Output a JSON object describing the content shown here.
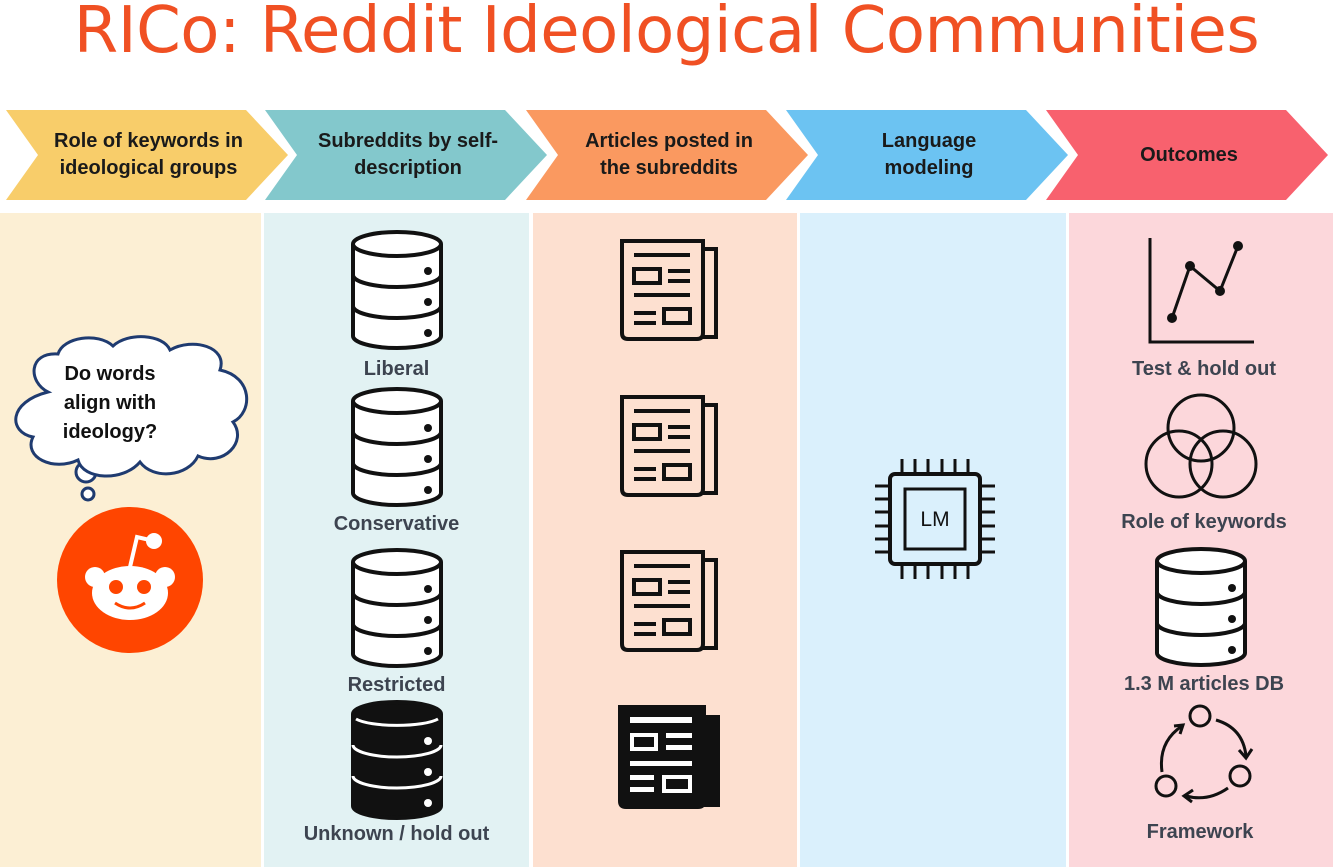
{
  "title": "RICo: Reddit Ideological Communities",
  "stages": [
    {
      "label": "Role of keywords in ideological groups",
      "color": "#f8cd6a"
    },
    {
      "label": "Subreddits by self-description",
      "color": "#83c8cc"
    },
    {
      "label": "Articles posted in the subreddits",
      "color": "#fa9960"
    },
    {
      "label": "Language modeling",
      "color": "#6cc3f2"
    },
    {
      "label": "Outcomes",
      "color": "#f8616e"
    }
  ],
  "columns": {
    "keywords": {
      "bg": "#fcefd4",
      "thought": "Do words align with ideology?",
      "logo_icon": "reddit-logo"
    },
    "subreddits": {
      "bg": "#e2f2f3",
      "items": [
        "Liberal",
        "Conservative",
        "Restricted",
        "Unknown / hold out"
      ]
    },
    "articles": {
      "bg": "#fde0d0",
      "icon": "newspaper-icon"
    },
    "language": {
      "bg": "#daf0fc",
      "chip_label": "LM"
    },
    "outcomes": {
      "bg": "#fcd7db",
      "items": [
        "Test & hold out",
        "Role of keywords",
        "1.3 M articles DB",
        "Framework"
      ]
    }
  }
}
